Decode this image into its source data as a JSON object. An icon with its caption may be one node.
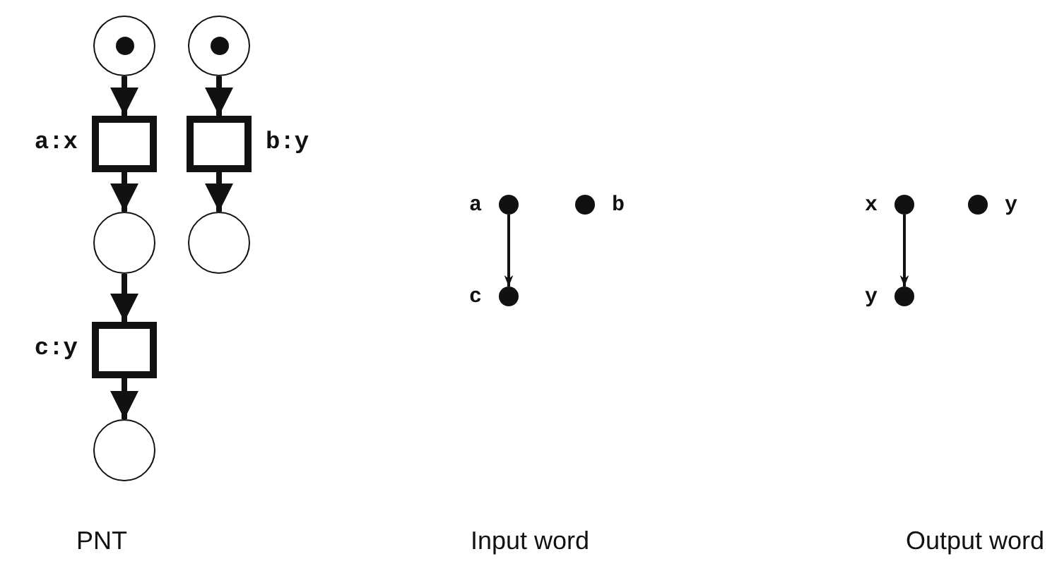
{
  "diagram": {
    "nodes": [
      {
        "text": [],
        "shape": "circle"
      },
      {
        "text": [],
        "shape": "circle"
      },
      {
        "text": [],
        "shape": "box",
        "beside": [
          "a:x"
        ]
      },
      {
        "text": [],
        "shape": "box",
        "beside": [
          "b:y"
        ]
      },
      {
        "text": [],
        "shape": "circle"
      },
      {
        "text": [],
        "shape": "circle"
      },
      {
        "text": [],
        "shape": "box",
        "beside": [
          "c:y"
        ]
      },
      {
        "text": [],
        "shape": "circle"
      },
      {
        "text": [],
        "shape": "dot",
        "beside": [
          "a"
        ]
      },
      {
        "text": [],
        "shape": "dot",
        "beside": [
          "b"
        ]
      },
      {
        "text": [],
        "shape": "dot",
        "beside": [
          "c"
        ]
      },
      {
        "text": [],
        "shape": "dot",
        "beside": [
          "x"
        ]
      },
      {
        "text": [],
        "shape": "dot",
        "beside": [
          "y"
        ]
      },
      {
        "text": [],
        "shape": "dot",
        "beside": [
          "y"
        ]
      }
    ],
    "edges": [
      {
        "from": 0,
        "to": 2,
        "arrow": "to"
      },
      {
        "from": 1,
        "to": 3,
        "arrow": "to"
      },
      {
        "from": 2,
        "to": 4,
        "arrow": "to"
      },
      {
        "from": 3,
        "to": 5,
        "arrow": "to"
      },
      {
        "from": 4,
        "to": 6,
        "arrow": "to"
      },
      {
        "from": 6,
        "to": 7,
        "arrow": "to"
      },
      {
        "from": 8,
        "to": 10,
        "arrow": "to"
      },
      {
        "from": 11,
        "to": 13,
        "arrow": "to"
      }
    ],
    "labels": [
      "PNT",
      "Input word",
      "Output word"
    ]
  }
}
